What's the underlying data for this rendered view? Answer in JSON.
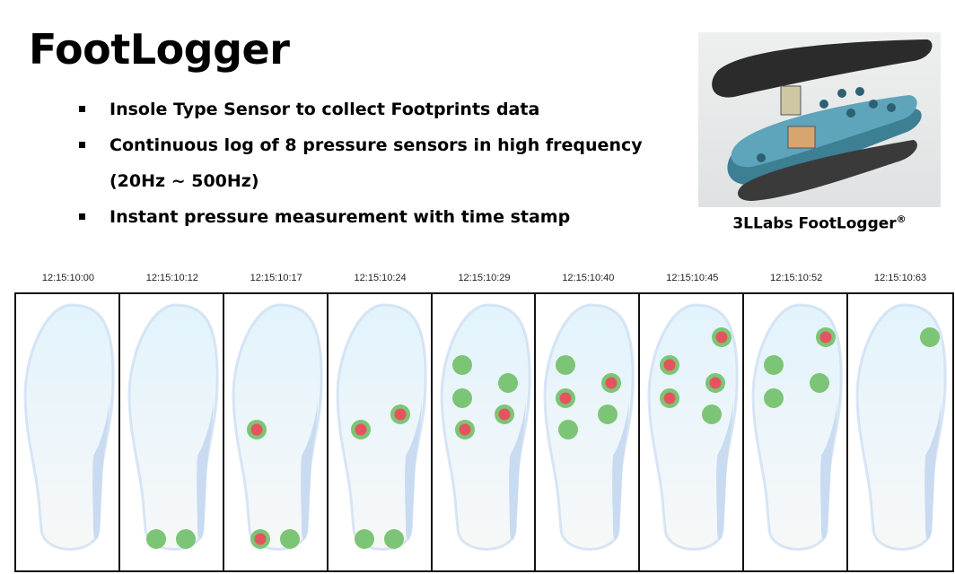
{
  "title": "FootLogger",
  "bullets": [
    {
      "text": "Insole Type Sensor to collect Footprints data"
    },
    {
      "text": "Continuous log of 8 pressure sensors in high frequency",
      "continuation": "(20Hz ~ 500Hz)"
    },
    {
      "text": "Instant pressure measurement with time stamp"
    }
  ],
  "product": {
    "caption": "3LLabs FootLogger",
    "mark": "®"
  },
  "colors": {
    "low": "#7cc576",
    "high": "#e4545f",
    "insole_top": "#e2f3fc",
    "insole_bottom": "#f7f8f8",
    "insole_edge": "#c9dbf1"
  },
  "sensors": [
    "toe",
    "medial-forefoot-1",
    "lateral-forefoot-1",
    "medial-forefoot-2",
    "lateral-forefoot-2",
    "medial-forefoot-3",
    "heel-medial",
    "heel-lateral"
  ],
  "frames": [
    {
      "time": "12:15:10:00",
      "active": []
    },
    {
      "time": "12:15:10:12",
      "active": [
        {
          "sensor": 6,
          "level": "low"
        },
        {
          "sensor": 7,
          "level": "low"
        }
      ]
    },
    {
      "time": "12:15:10:17",
      "active": [
        {
          "sensor": 5,
          "level": "high"
        },
        {
          "sensor": 6,
          "level": "high"
        },
        {
          "sensor": 7,
          "level": "low"
        }
      ]
    },
    {
      "time": "12:15:10:24",
      "active": [
        {
          "sensor": 5,
          "level": "high"
        },
        {
          "sensor": 4,
          "level": "high"
        },
        {
          "sensor": 6,
          "level": "low"
        },
        {
          "sensor": 7,
          "level": "low"
        }
      ]
    },
    {
      "time": "12:15:10:29",
      "active": [
        {
          "sensor": 1,
          "level": "low"
        },
        {
          "sensor": 3,
          "level": "low"
        },
        {
          "sensor": 5,
          "level": "high"
        },
        {
          "sensor": 2,
          "level": "low"
        },
        {
          "sensor": 4,
          "level": "high"
        }
      ]
    },
    {
      "time": "12:15:10:40",
      "active": [
        {
          "sensor": 1,
          "level": "low"
        },
        {
          "sensor": 3,
          "level": "high"
        },
        {
          "sensor": 5,
          "level": "low"
        },
        {
          "sensor": 2,
          "level": "high"
        },
        {
          "sensor": 4,
          "level": "low"
        }
      ]
    },
    {
      "time": "12:15:10:45",
      "active": [
        {
          "sensor": 0,
          "level": "high"
        },
        {
          "sensor": 1,
          "level": "high"
        },
        {
          "sensor": 3,
          "level": "high"
        },
        {
          "sensor": 2,
          "level": "high"
        },
        {
          "sensor": 4,
          "level": "low"
        }
      ]
    },
    {
      "time": "12:15:10:52",
      "active": [
        {
          "sensor": 0,
          "level": "high"
        },
        {
          "sensor": 1,
          "level": "low"
        },
        {
          "sensor": 3,
          "level": "low"
        },
        {
          "sensor": 2,
          "level": "low"
        }
      ]
    },
    {
      "time": "12:15:10:63",
      "active": [
        {
          "sensor": 0,
          "level": "low"
        }
      ]
    }
  ]
}
